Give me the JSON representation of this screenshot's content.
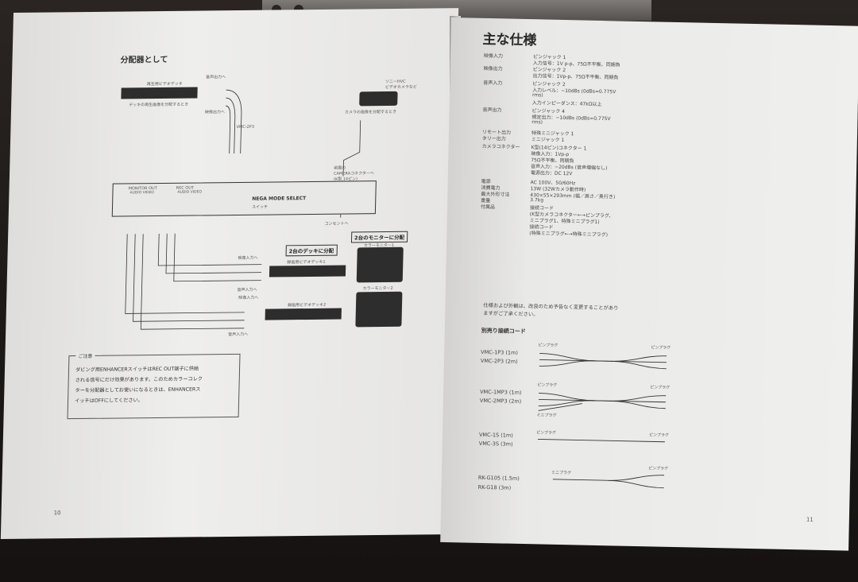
{
  "left_page": {
    "section_title": "分配器として",
    "page_number": "10",
    "playback_deck": "再生用ビデオデッキ",
    "playback_note": "デッキの再生画像を分配するとき",
    "audio_out": "音声出力へ",
    "video_out": "映像出力へ",
    "cable_label": "VMC-2P3",
    "camera": "ソニーHVC\nビデオカメラなど",
    "camera_note": "カメラの画像を分配するとき",
    "front_connector": "前面の\nCAMERAコネクターへ\n(K型,14ピン)",
    "monitor_out": "MONITOR OUT",
    "monitor_sub": "AUDIO VIDEO",
    "rec_out": "REC OUT",
    "rec_sub": "AUDIO VIDEO",
    "nega_mode": "NEGA MODE SELECT",
    "switch": "スイッチ",
    "outlet": "コンセントへ",
    "two_decks": "2台のデッキに分配",
    "two_monitors": "2台のモニターに分配",
    "video_in_1": "映像入力へ",
    "rec_deck_1": "録画用ビデオデッキ1",
    "audio_in_1": "音声入力へ",
    "color_monitor_1": "カラーモニター1",
    "color_monitor_2": "カラーモニター2",
    "video_in_2": "映像入力へ",
    "rec_deck_2": "録画用ビデオデッキ2",
    "audio_in_2": "音声入力へ",
    "note_title": "ご注意",
    "note_lines": [
      "ダビング用ENHANCERスイッチはREC OUT端子に供給",
      "される信号にだけ効果があります。このためカラーコレク",
      "ターを分配器としてお使いになるときは、ENHANCERス",
      "イッチはOFFにしてください。"
    ]
  },
  "right_page": {
    "title": "主な仕様",
    "page_number": "11",
    "specs": [
      {
        "label": "映像入力",
        "value": "ピンジャック 1"
      },
      {
        "label": "",
        "value": "入力信号：1V p-p、75Ω不平衡、同期負"
      },
      {
        "label": "映像出力",
        "value": "ピンジャック 2"
      },
      {
        "label": "",
        "value": "出力信号：1Vp-p、75Ω不平衡、同期負"
      },
      {
        "label": "音声入力",
        "value": "ピンジャック 2"
      },
      {
        "label": "",
        "value": "入力レベル：−10dBs (0dBs=0.775V"
      },
      {
        "label": "",
        "value": "rms)"
      },
      {
        "label": "",
        "value": "入力インピーダンス：47kΩ以上"
      },
      {
        "label": "音声出力",
        "value": "ピンジャック 4"
      },
      {
        "label": "",
        "value": "規定出力：−10dBs (0dBs=0.775V"
      },
      {
        "label": "",
        "value": "rms)"
      },
      {
        "label": "リモート出力",
        "value": "特殊ミニジャック 1"
      },
      {
        "label": "タリー出力",
        "value": "ミニジャック 1"
      },
      {
        "label": "カメラコネクター",
        "value": "K型(14ピン)コネクター 1"
      },
      {
        "label": "",
        "value": "映像入力：1Vp-p"
      },
      {
        "label": "",
        "value": "75Ω不平衡、同期負"
      },
      {
        "label": "",
        "value": "音声入力：−20dBs (音声増幅なし)"
      },
      {
        "label": "",
        "value": "電源出力：DC 12V"
      },
      {
        "label": "電源",
        "value": "AC 100V、50/60Hz"
      },
      {
        "label": "消費電力",
        "value": "13W (32Wカメラ動作時)"
      },
      {
        "label": "最大外形寸法",
        "value": "430×55×293mm (幅／高さ／奥行き)"
      },
      {
        "label": "重量",
        "value": "3.7kg"
      },
      {
        "label": "付属品",
        "value": "接続コード"
      },
      {
        "label": "",
        "value": "(K型カメラコネクター←→ピンプラグ、"
      },
      {
        "label": "",
        "value": "ミニプラグ1、特殊ミニプラグ1)"
      },
      {
        "label": "",
        "value": "接続コード"
      },
      {
        "label": "",
        "value": "(特殊ミニプラグ←→特殊ミニプラグ)"
      }
    ],
    "footnote": [
      "仕様および外観は、改良のため予告なく変更することがあり",
      "ますがご了承ください。"
    ],
    "cables_title": "別売り接続コード",
    "cables": [
      {
        "names": [
          "VMC-1P3 (1m)",
          "VMC-2P3 (2m)"
        ],
        "left_plug": "ピンプラグ",
        "right_plug": "ピンプラグ",
        "extra": ""
      },
      {
        "names": [
          "VMC-1MP3 (1m)",
          "VMC-2MP3 (2m)"
        ],
        "left_plug": "ピンプラグ",
        "right_plug": "ピンプラグ",
        "extra": "ミニプラグ"
      },
      {
        "names": [
          "VMC-1S (1m)",
          "VMC-3S (3m)"
        ],
        "left_plug": "ピンプラグ",
        "right_plug": "ピンプラグ",
        "extra": ""
      },
      {
        "names": [
          "RK-G105 (1.5m)",
          "RK-G18 (3m)"
        ],
        "left_plug": "ミニプラグ",
        "right_plug": "ピンプラグ",
        "extra": ""
      }
    ]
  }
}
